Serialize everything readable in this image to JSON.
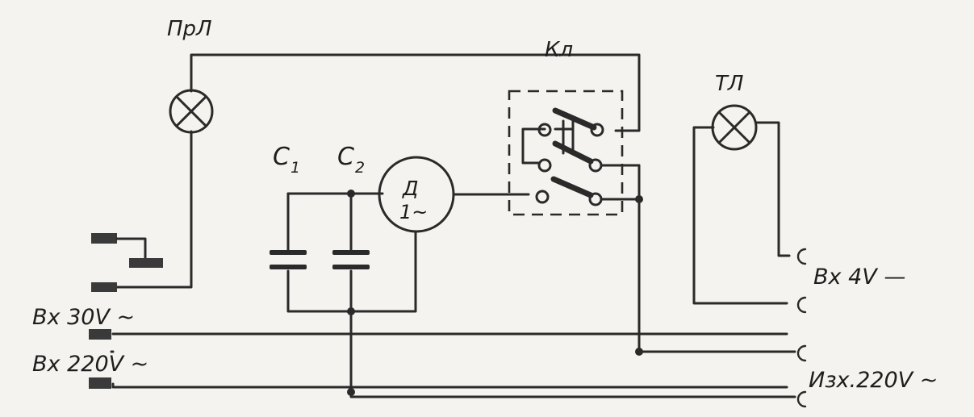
{
  "labels": {
    "panel_lamp": "ПрЛ",
    "switch": "Кл",
    "indicator_lamp": "ТЛ",
    "capacitor_1_letter": "C",
    "capacitor_1_index": "1",
    "capacitor_2_letter": "C",
    "capacitor_2_index": "2",
    "motor_letter": "Д",
    "motor_phase": "1~",
    "input_30v": "Вх 30V ~",
    "input_220v": "Вх 220V ~",
    "input_4v": "Вх 4V —",
    "output_220v": "Изх.220V ~"
  },
  "colors": {
    "ink": "#2a2a2a",
    "paper": "#f4f3ef"
  }
}
